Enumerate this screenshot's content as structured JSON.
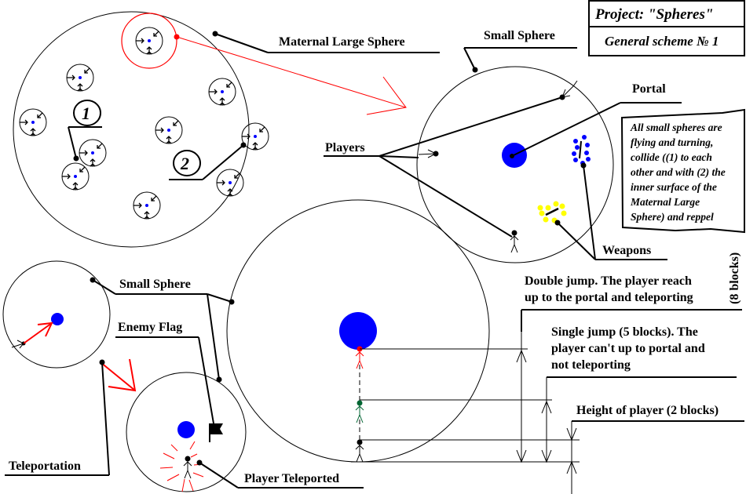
{
  "title_box": {
    "project": "Project: \"Spheres\"",
    "scheme": "General scheme № 1"
  },
  "labels": {
    "maternal_large_sphere": "Maternal Large Sphere",
    "small_sphere_top": "Small Sphere",
    "portal": "Portal",
    "players": "Players",
    "weapons": "Weapons",
    "small_sphere_bottom": "Small Sphere",
    "enemy_flag": "Enemy Flag",
    "teleportation": "Teleportation",
    "player_teleported": "Player Teleported",
    "marker_1": "1",
    "marker_2": "2"
  },
  "note": {
    "lines": [
      "All small spheres are",
      "flying and turning,",
      "collide ((1) to each",
      "other and with (2) the",
      "inner surface of the",
      "Maternal Large",
      "Sphere) and reppel"
    ]
  },
  "jumps": {
    "double_jump": [
      "Double jump. The player reach",
      "up to the portal and teleporting"
    ],
    "double_jump_blocks": "(8 blocks)",
    "single_jump": [
      "Single jump (5 blocks). The",
      "player can't up to portal and",
      "not teleporting"
    ],
    "player_height": "Height of player (2 blocks)"
  },
  "colors": {
    "portal": "#0000ff",
    "highlight": "#ff0000",
    "weapon_blue": "#0000ff",
    "weapon_yellow": "#ffff00",
    "single_jump_player": "#006633",
    "line": "#000000"
  }
}
